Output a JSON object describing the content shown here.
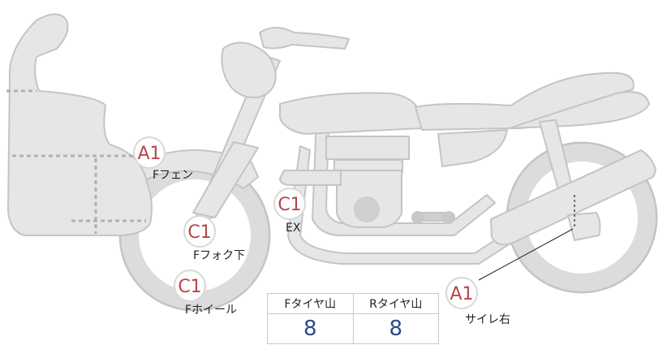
{
  "diagram": {
    "colors": {
      "body_fill": "#e6e6e6",
      "body_stroke": "#c4c4c4",
      "dashed_line": "#b0b0b0",
      "badge_text": "#b5474b",
      "value_text": "#2a4a8c"
    },
    "markers": [
      {
        "code": "A1",
        "label": "Fフェン"
      },
      {
        "code": "C1",
        "label": "Fフォク下"
      },
      {
        "code": "C1",
        "label": "EX"
      },
      {
        "code": "C1",
        "label": "Fホイール"
      },
      {
        "code": "A1",
        "label": "サイレ右"
      }
    ],
    "tread_table": {
      "headers": [
        "Fタイヤ山",
        "Rタイヤ山"
      ],
      "values": [
        "8",
        "8"
      ]
    }
  }
}
